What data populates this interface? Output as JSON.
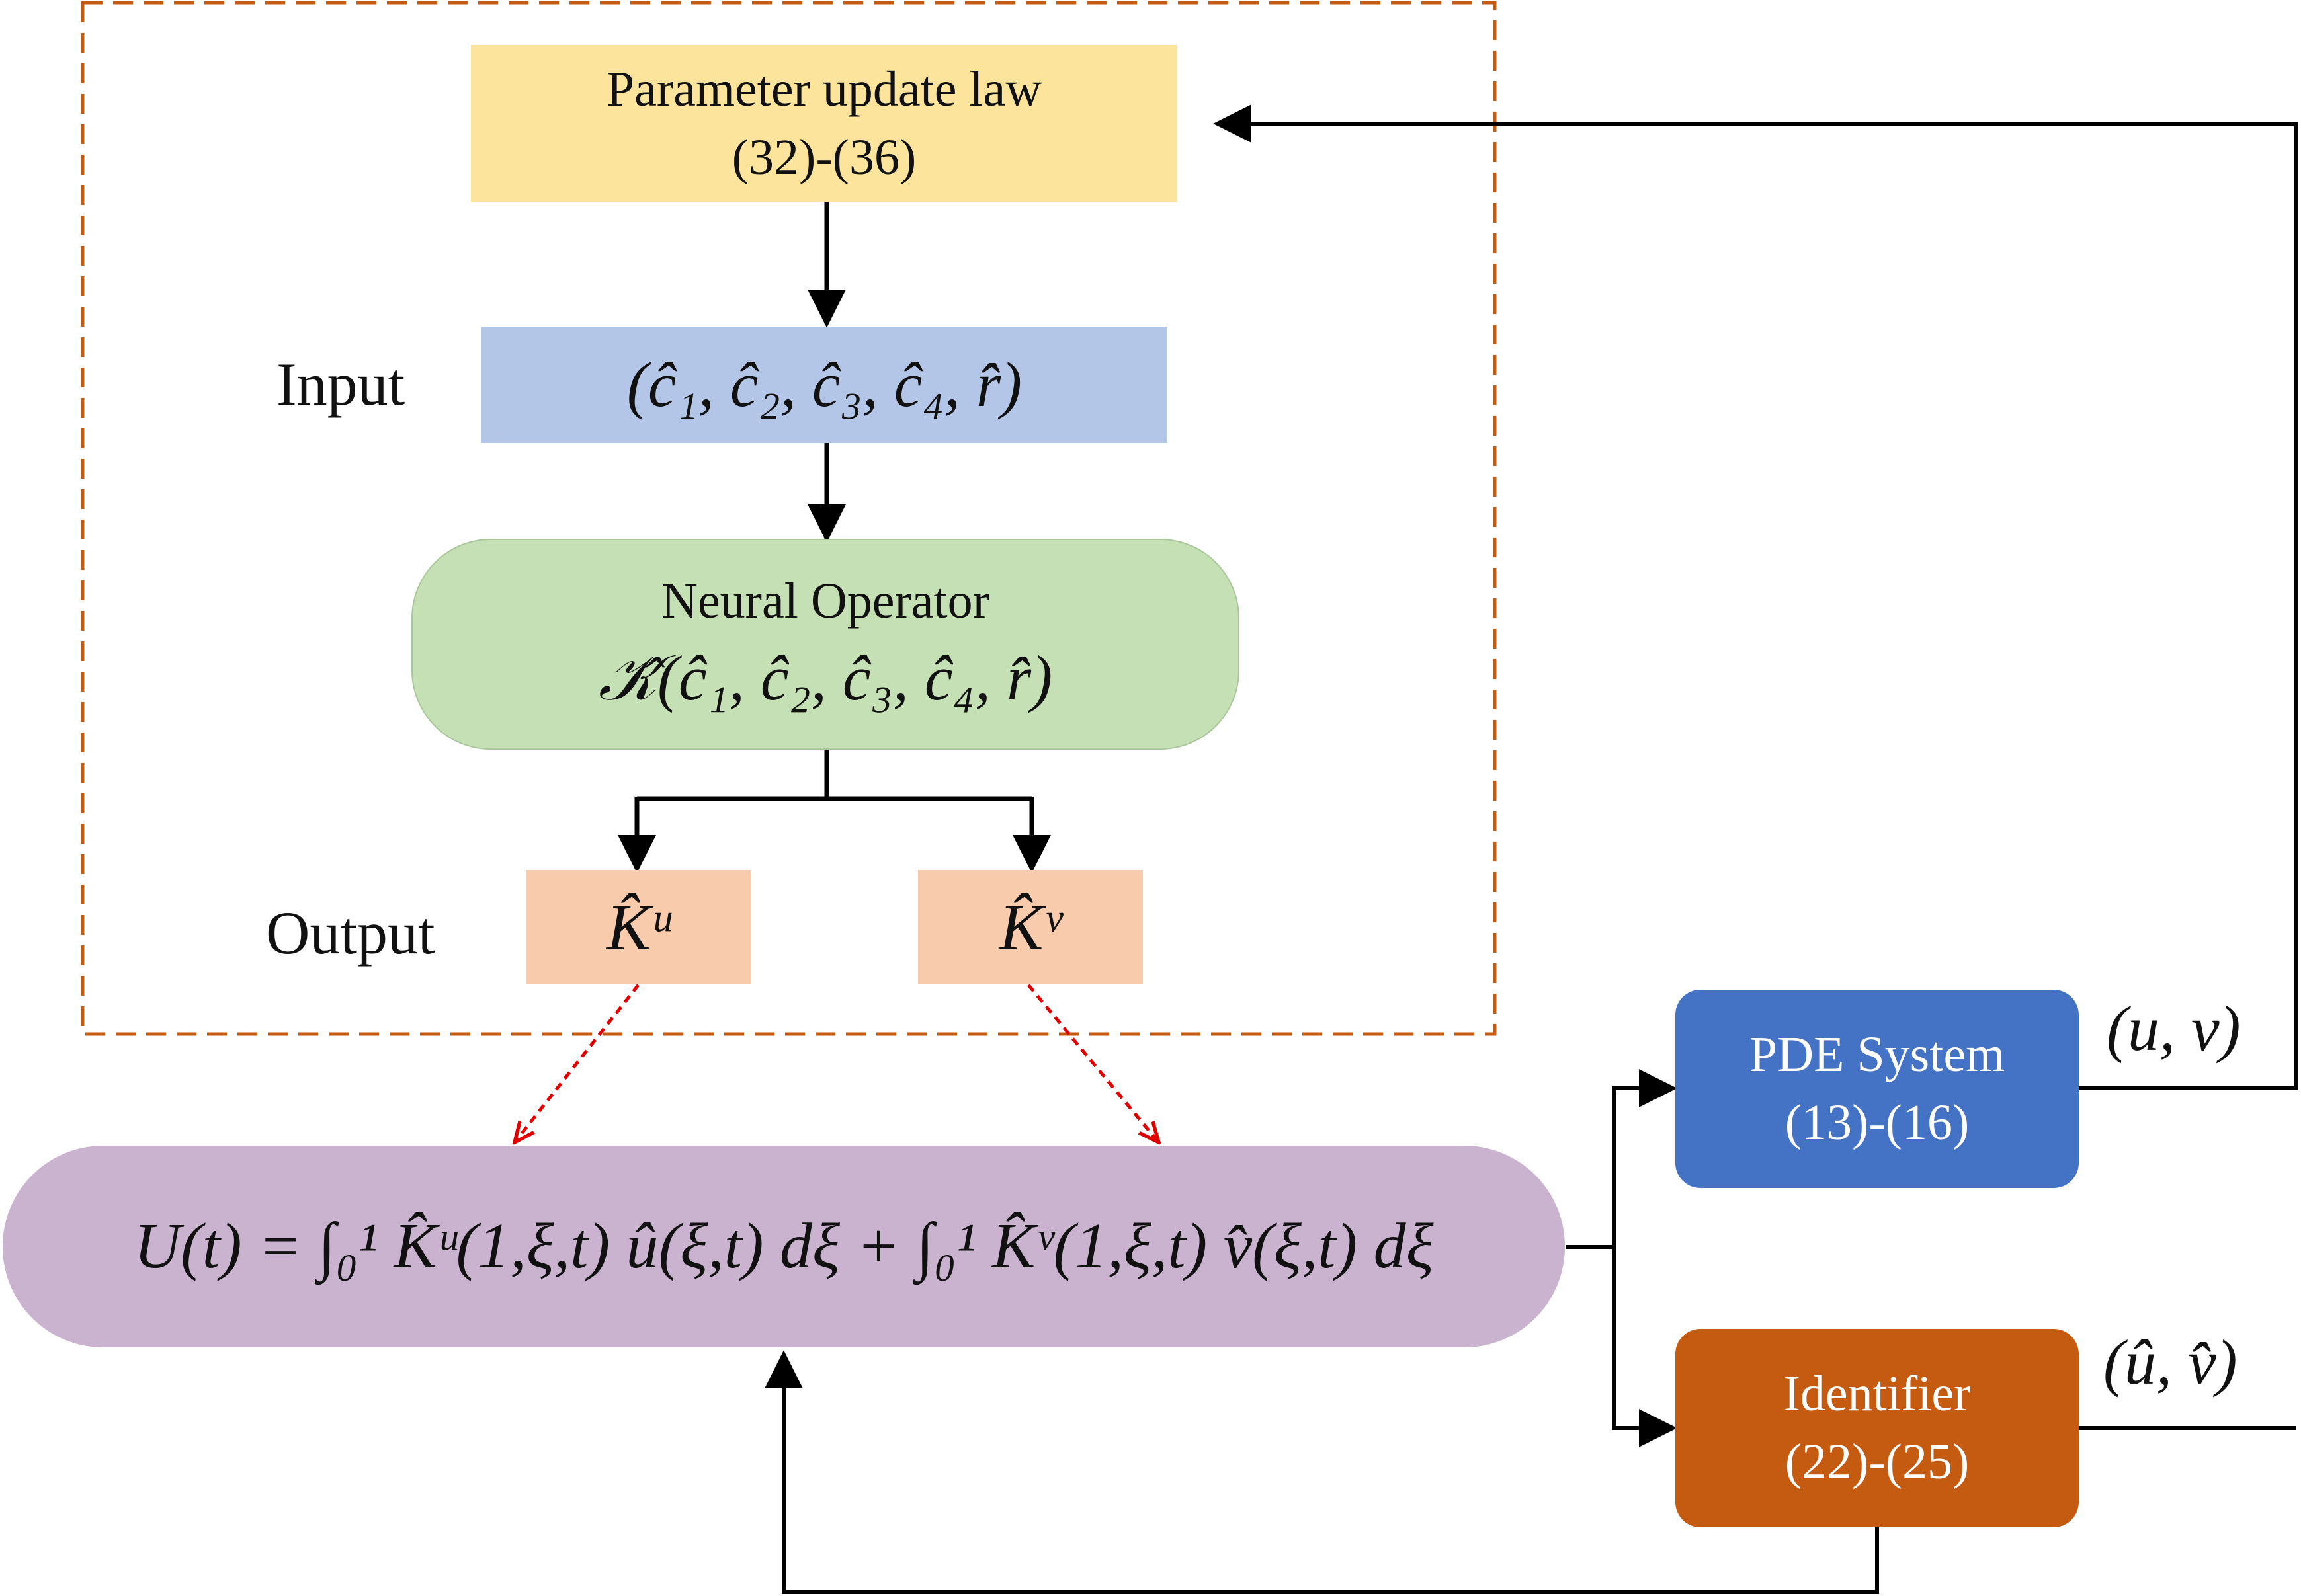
{
  "update_law": {
    "title": "Parameter update law",
    "ref": "(32)-(36)",
    "color": "#fde49c"
  },
  "input": {
    "side_label": "Input",
    "expr": "(ĉ₁, ĉ₂, ĉ₃, ĉ₄, r̂)",
    "color": "#b4c6e7"
  },
  "neural_operator": {
    "title": "Neural Operator",
    "expr": "𝒦̂(ĉ₁, ĉ₂, ĉ₃, ĉ₄, r̂)",
    "color": "#c5e0b4"
  },
  "output": {
    "side_label": "Output",
    "ku": "K̂ᵘ",
    "kv": "K̂ᵛ",
    "color": "#f8cbad"
  },
  "control_law": {
    "expr": "U(t) = ∫₀¹ K̂ᵘ(1,ξ,t) û(ξ,t) dξ + ∫₀¹ K̂ᵛ(1,ξ,t) v̂(ξ,t) dξ",
    "color": "#c9b3cf"
  },
  "pde_system": {
    "title": "PDE System",
    "ref": "(13)-(16)",
    "signal": "(u, v)",
    "color": "#4472c4"
  },
  "identifier": {
    "title": "Identifier",
    "ref": "(22)-(25)",
    "signal": "(û, v̂)",
    "color": "#c55a11"
  },
  "colors": {
    "dashed_frame": "#c55a11",
    "dotted_arrow": "#e00000",
    "wire": "#000000"
  }
}
